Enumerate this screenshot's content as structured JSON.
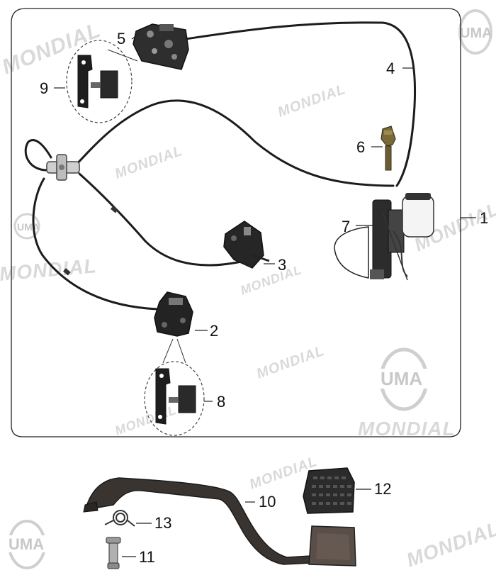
{
  "diagram": {
    "callouts": [
      "1",
      "2",
      "3",
      "4",
      "5",
      "6",
      "7",
      "8",
      "9",
      "10",
      "11",
      "12",
      "13"
    ]
  },
  "watermarks": {
    "brand": "MONDIAL",
    "logo": "UMA"
  }
}
